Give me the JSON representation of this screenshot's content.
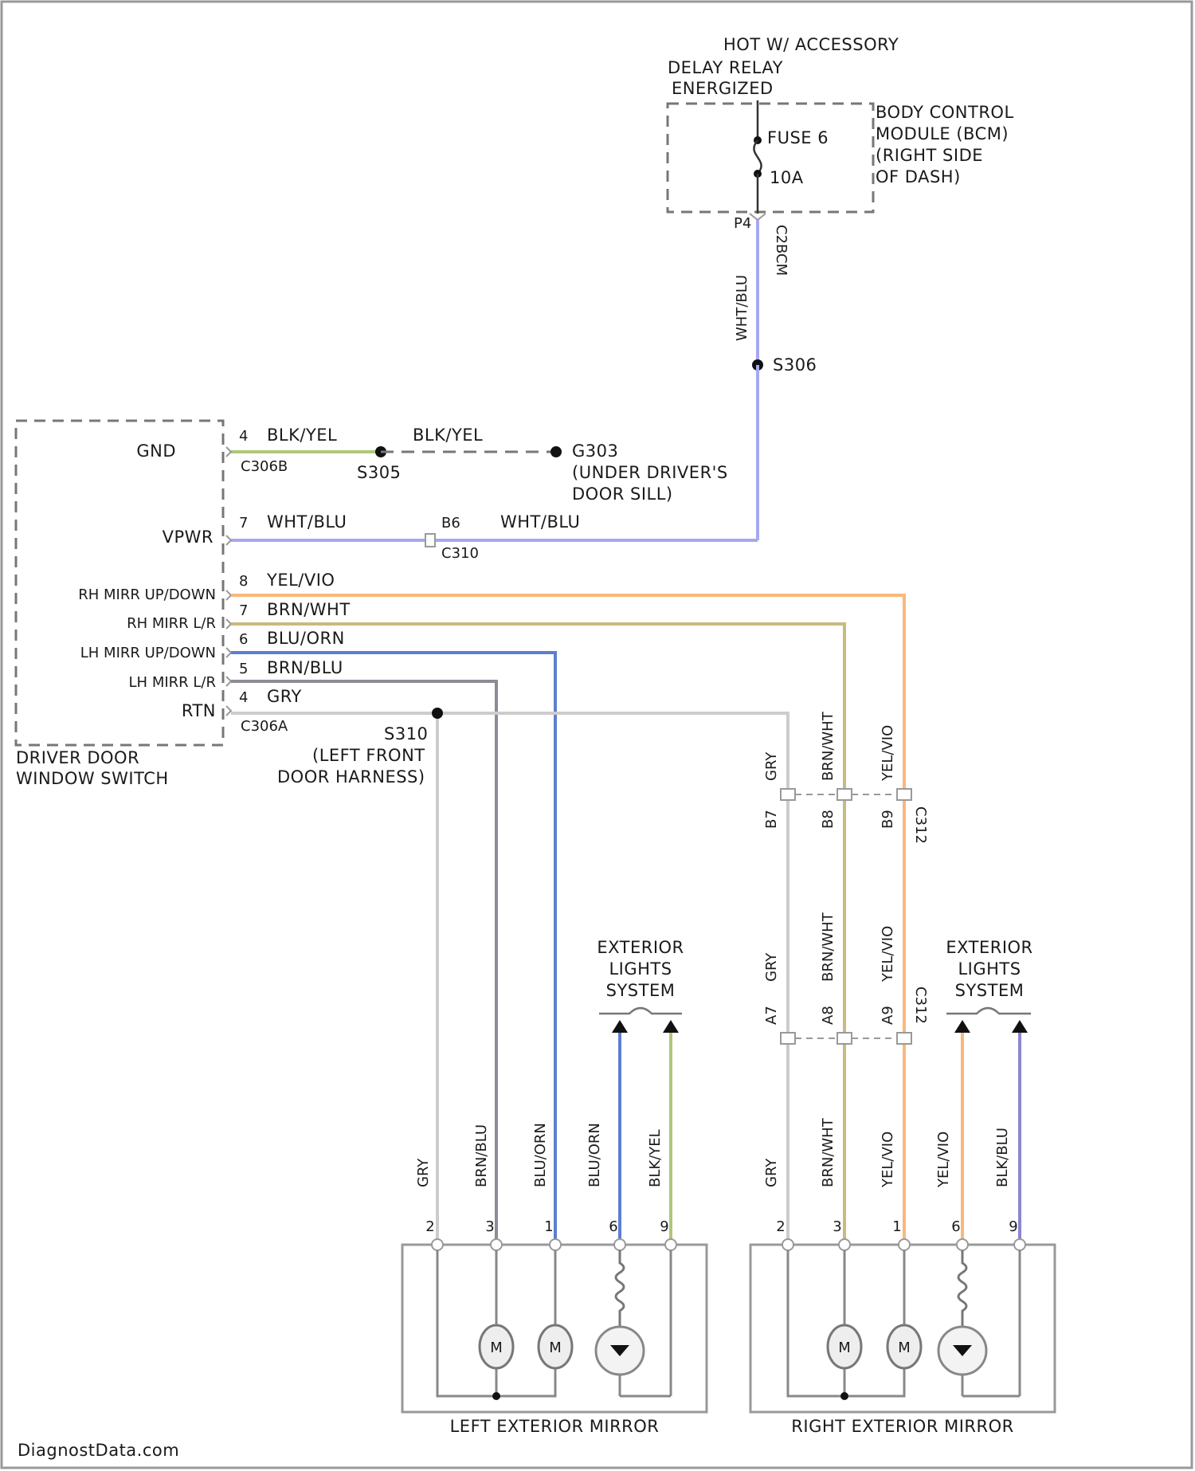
{
  "power_source": {
    "line1": "HOT W/ ACCESSORY",
    "line2": "DELAY RELAY",
    "line3": "ENERGIZED"
  },
  "bcm": {
    "line1": "BODY CONTROL",
    "line2": "MODULE (BCM)",
    "line3": "(RIGHT SIDE",
    "line4": "OF DASH)",
    "fuse_name": "FUSE 6",
    "fuse_rating": "10A",
    "pin": "P4",
    "connector": "C2BCM"
  },
  "splices": {
    "s306": "S306",
    "s305": "S305",
    "s310": "S310"
  },
  "ground": {
    "name": "G303",
    "line1": "(UNDER DRIVER'S",
    "line2": "DOOR SILL)"
  },
  "switch": {
    "line1": "DRIVER DOOR",
    "line2": "WINDOW SWITCH",
    "conn_top": "C306B",
    "conn_bottom": "C306A",
    "pins": [
      {
        "label": "GND",
        "pin": "4",
        "wire": "BLK/YEL"
      },
      {
        "label": "VPWR",
        "pin": "7",
        "wire": "WHT/BLU"
      },
      {
        "label": "RH MIRR UP/DOWN",
        "pin": "8",
        "wire": "YEL/VIO"
      },
      {
        "label": "RH MIRR L/R",
        "pin": "7",
        "wire": "BRN/WHT"
      },
      {
        "label": "LH MIRR UP/DOWN",
        "pin": "6",
        "wire": "BLU/ORN"
      },
      {
        "label": "LH MIRR L/R",
        "pin": "5",
        "wire": "BRN/BLU"
      },
      {
        "label": "RTN",
        "pin": "4",
        "wire": "GRY"
      }
    ]
  },
  "wires": {
    "blk_yel": "BLK/YEL",
    "wht_blu": "WHT/BLU",
    "c310_pin": "B6",
    "c310": "C310",
    "gry": "GRY",
    "brn_wht": "BRN/WHT",
    "yel_vio": "YEL/VIO",
    "brn_blu": "BRN/BLU",
    "blu_orn": "BLU/ORN",
    "blk_blu": "BLK/BLU"
  },
  "s310_line1": "(LEFT FRONT",
  "s310_line2": "DOOR HARNESS)",
  "c312": {
    "name": "C312",
    "top_pins": [
      "B7",
      "B8",
      "B9"
    ],
    "bottom_pins": [
      "A7",
      "A8",
      "A9"
    ]
  },
  "ext_lights": {
    "line1": "EXTERIOR",
    "line2": "LIGHTS",
    "line3": "SYSTEM"
  },
  "left_mirror": {
    "name": "LEFT EXTERIOR MIRROR",
    "pins": [
      "2",
      "3",
      "1",
      "6",
      "9"
    ],
    "motor_label": "M"
  },
  "right_mirror": {
    "name": "RIGHT EXTERIOR MIRROR",
    "pins": [
      "2",
      "3",
      "1",
      "6",
      "9"
    ],
    "motor_label": "M"
  },
  "watermark": "DiagnostData.com",
  "colors": {
    "wht_blu": "#a7a7f2",
    "blk_yel": "#b0c77a",
    "yel_vio": "#f9b77d",
    "brn_wht": "#c7bb7e",
    "blu_orn": "#5c7fd0",
    "brn_blu": "#8f8a96",
    "gry": "#cccccc",
    "blk_blu": "#8c86cf",
    "blu_orn_right": "#6d87d3"
  }
}
